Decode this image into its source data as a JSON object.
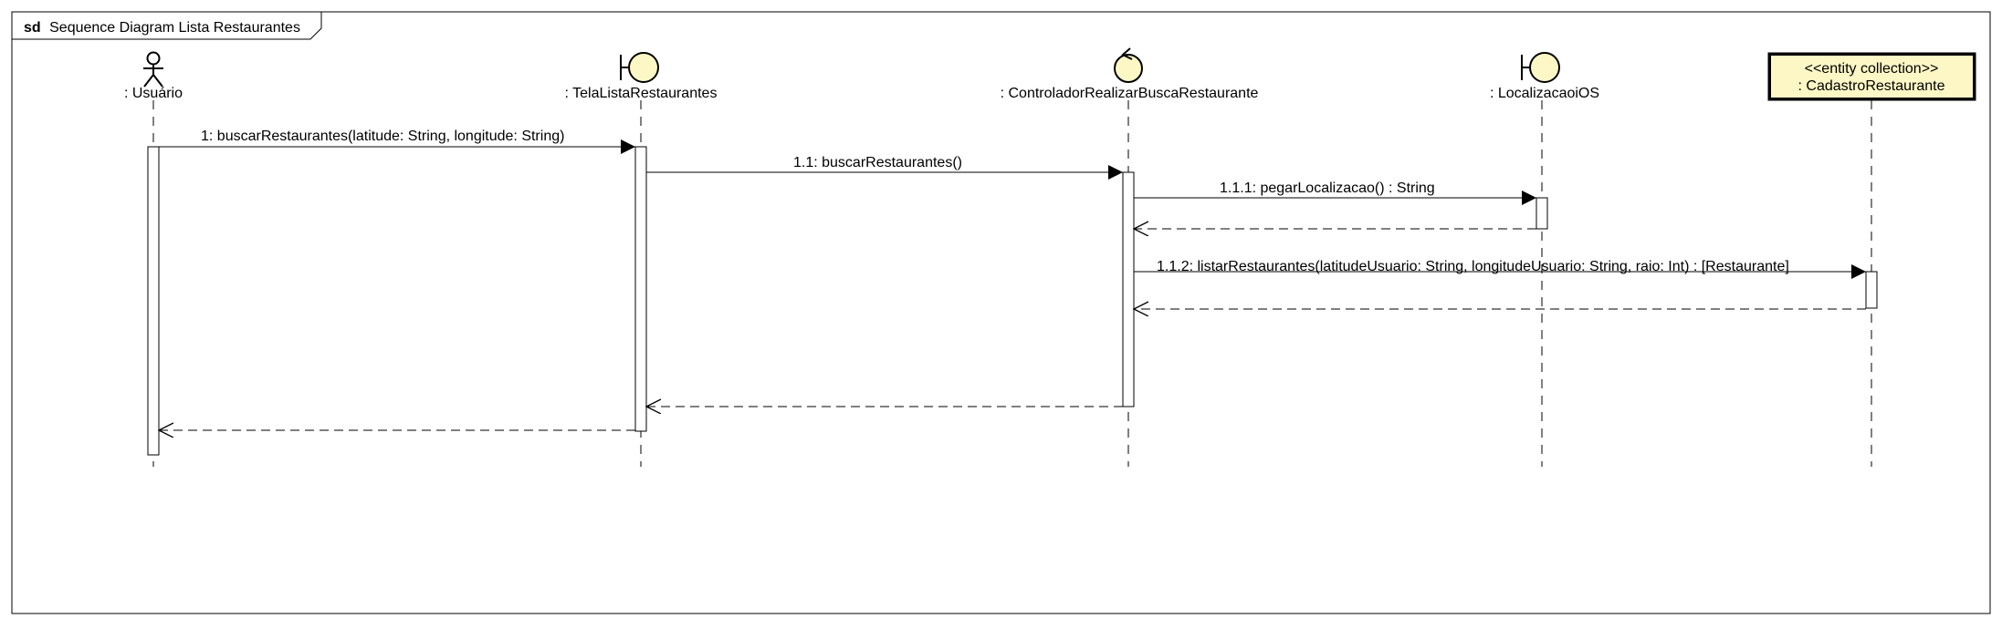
{
  "frame": {
    "keyword": "sd",
    "title": "Sequence Diagram Lista Restaurantes"
  },
  "lifelines": [
    {
      "id": "usuario",
      "kind": "actor",
      "label": ": Usuário"
    },
    {
      "id": "tela",
      "kind": "boundary",
      "label": ": TelaListaRestaurantes"
    },
    {
      "id": "controlador",
      "kind": "control",
      "label": ": ControladorRealizarBuscaRestaurante"
    },
    {
      "id": "localizacao",
      "kind": "boundary",
      "label": ": LocalizacaoiOS"
    },
    {
      "id": "cadastro",
      "kind": "entity-collection",
      "stereotype": "<<entity collection>>",
      "label": ": CadastroRestaurante"
    }
  ],
  "messages": [
    {
      "from": "usuario",
      "to": "tela",
      "type": "sync",
      "text": "1: buscarRestaurantes(latitude: String, longitude: String)"
    },
    {
      "from": "tela",
      "to": "controlador",
      "type": "sync",
      "text": "1.1: buscarRestaurantes()"
    },
    {
      "from": "controlador",
      "to": "localizacao",
      "type": "sync",
      "text": "1.1.1: pegarLocalizacao() : String"
    },
    {
      "from": "localizacao",
      "to": "controlador",
      "type": "reply",
      "text": ""
    },
    {
      "from": "controlador",
      "to": "cadastro",
      "type": "sync",
      "text": "1.1.2: listarRestaurantes(latitudeUsuario: String, longitudeUsuario: String, raio: Int) : [Restaurante]"
    },
    {
      "from": "cadastro",
      "to": "controlador",
      "type": "reply",
      "text": ""
    },
    {
      "from": "controlador",
      "to": "tela",
      "type": "reply",
      "text": ""
    },
    {
      "from": "tela",
      "to": "usuario",
      "type": "reply",
      "text": ""
    }
  ],
  "colors": {
    "line": "#000000",
    "participant_fill": "#fcf7c5",
    "activation_fill": "#ffffff",
    "background": "#ffffff"
  }
}
